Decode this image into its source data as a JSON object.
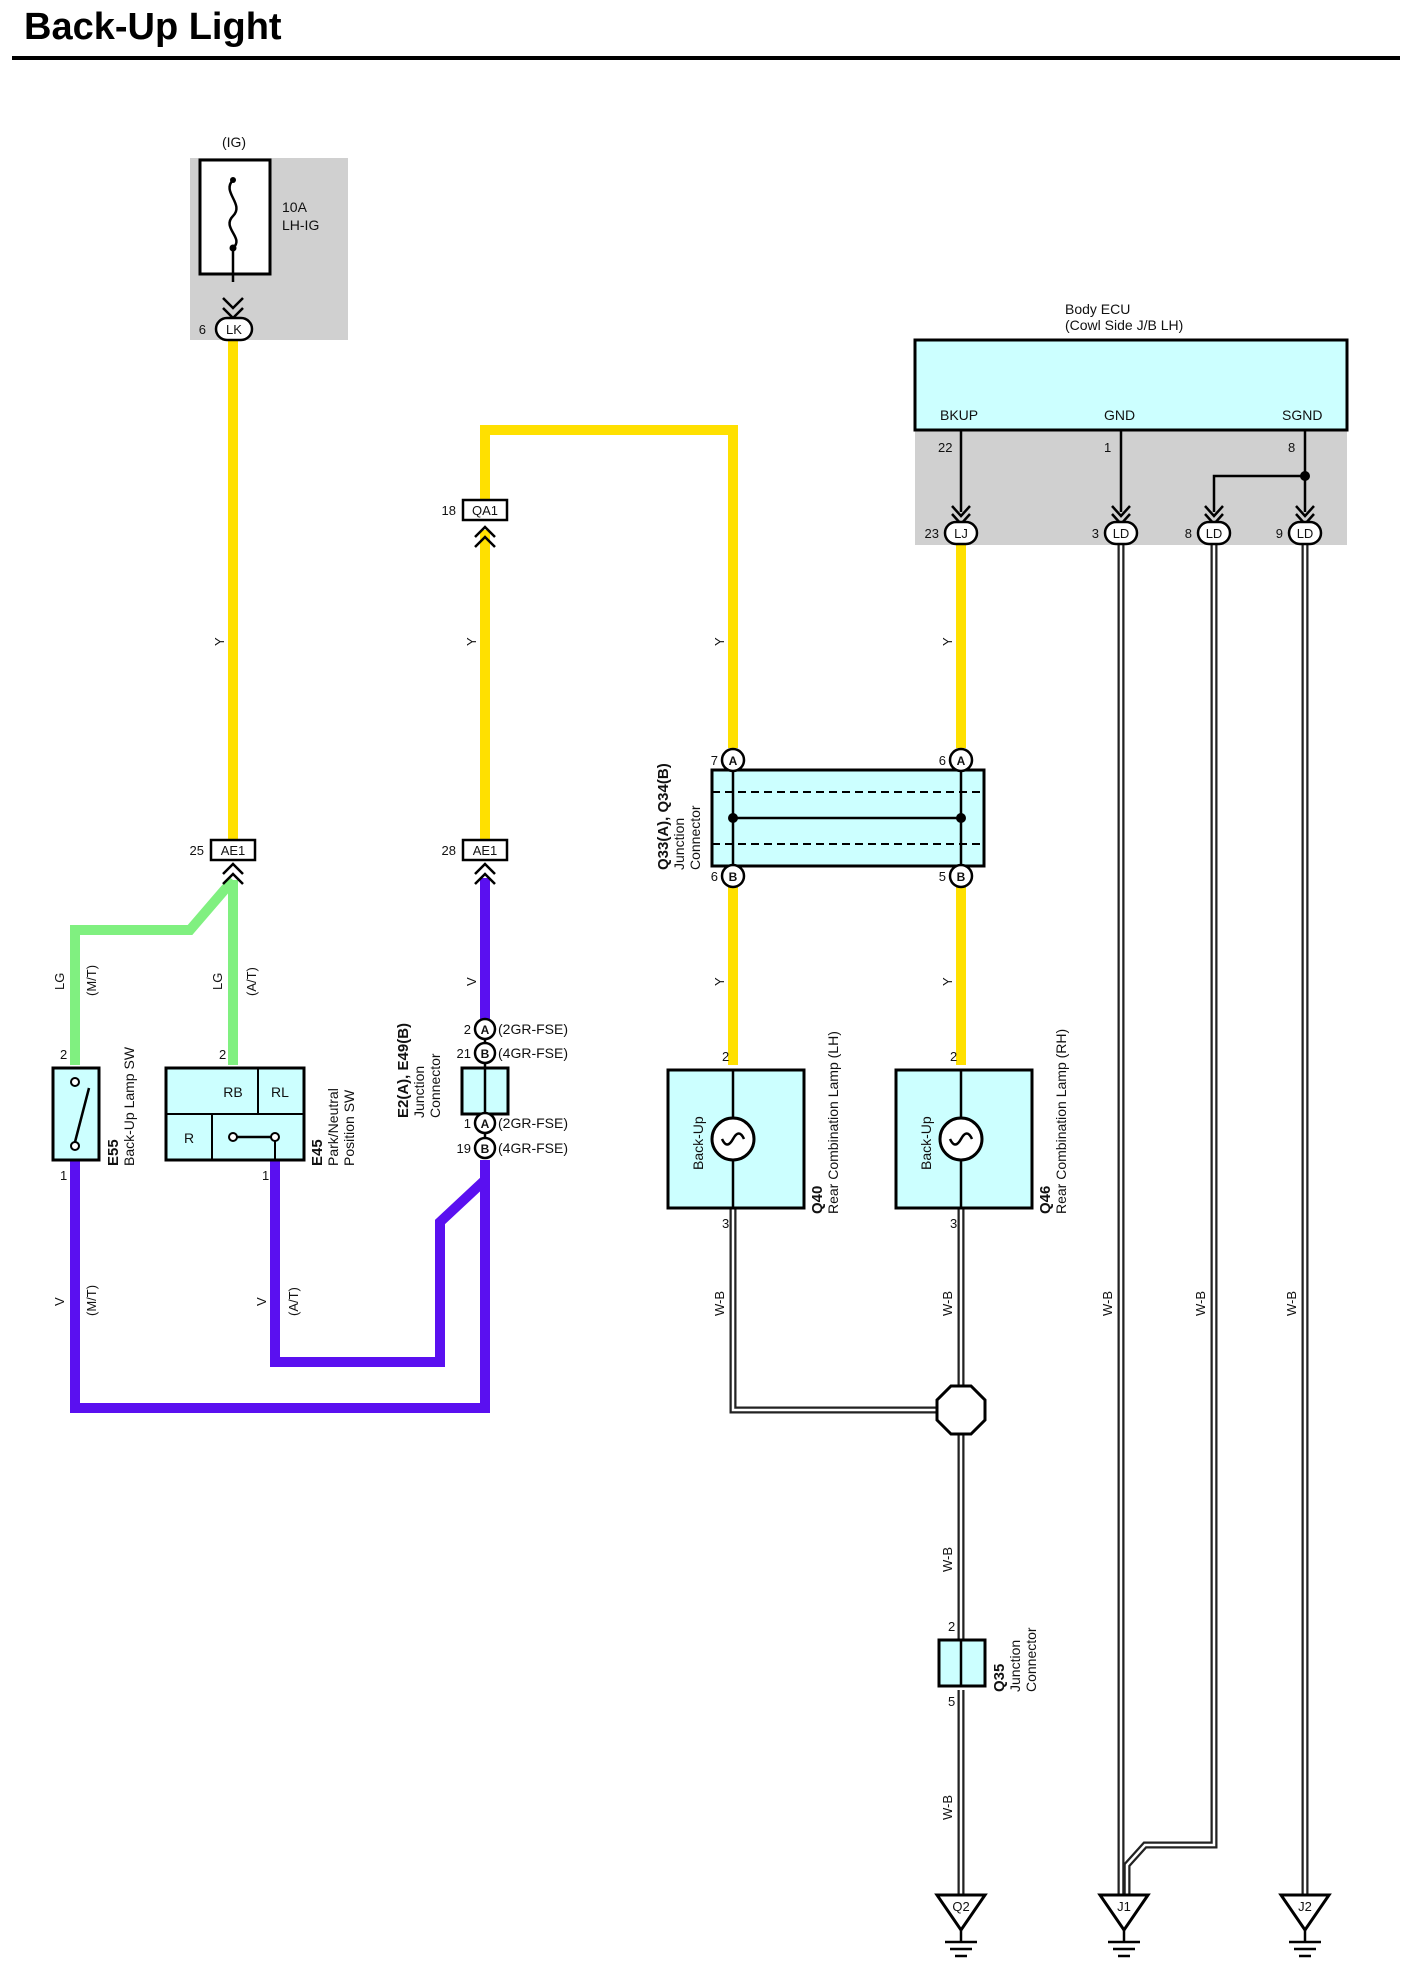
{
  "page": {
    "title": "Back-Up Light"
  },
  "colors": {
    "Y": "#ffe000",
    "LG": "#80f080",
    "V": "#5a10f0",
    "WB": "#222222",
    "component_fill": "#ccffff",
    "panel_fill": "#d0d0d0"
  },
  "fuse": {
    "supply": "(IG)",
    "rating": "10A",
    "name": "LH-IG"
  },
  "body_ecu": {
    "title": "Body ECU",
    "subtitle": "(Cowl Side J/B LH)",
    "terminals": [
      {
        "label": "BKUP",
        "pin": "22"
      },
      {
        "label": "GND",
        "pin": "1"
      },
      {
        "label": "SGND",
        "pin": "8"
      }
    ]
  },
  "connectors": {
    "lk": {
      "code": "LK",
      "pin": "6"
    },
    "qa1": {
      "code": "QA1",
      "pin": "18"
    },
    "ae1_left": {
      "code": "AE1",
      "pin": "25"
    },
    "ae1_right": {
      "code": "AE1",
      "pin": "28"
    },
    "lj": {
      "code": "LJ",
      "pin": "23"
    },
    "ld": [
      {
        "code": "LD",
        "pin": "3"
      },
      {
        "code": "LD",
        "pin": "8"
      },
      {
        "code": "LD",
        "pin": "9"
      }
    ]
  },
  "wire_colors": {
    "y": "Y",
    "lg": "LG",
    "v": "V",
    "wb": "W-B"
  },
  "wire_notes": {
    "mt": "(M/T)",
    "at": "(A/T)"
  },
  "components": {
    "e55": {
      "code": "E55",
      "name": "Back-Up Lamp SW",
      "pin_top": "2",
      "pin_bottom": "1"
    },
    "e45": {
      "code": "E45",
      "name_line1": "Park/Neutral",
      "name_line2": "Position SW",
      "rb": "RB",
      "rl": "RL",
      "r": "R",
      "pin_top": "2",
      "pin_bottom": "1"
    },
    "e2_e49": {
      "code": "E2(A), E49(B)",
      "name_line1": "Junction",
      "name_line2": "Connector",
      "pins": [
        {
          "pin": "2",
          "letter": "A",
          "note": "(2GR-FSE)"
        },
        {
          "pin": "21",
          "letter": "B",
          "note": "(4GR-FSE)"
        },
        {
          "pin": "1",
          "letter": "A",
          "note": "(2GR-FSE)"
        },
        {
          "pin": "19",
          "letter": "B",
          "note": "(4GR-FSE)"
        }
      ]
    },
    "q33_q34": {
      "code": "Q33(A), Q34(B)",
      "name_line1": "Junction",
      "name_line2": "Connector",
      "pins": [
        {
          "pin": "7",
          "letter": "A"
        },
        {
          "pin": "6",
          "letter": "A"
        },
        {
          "pin": "6",
          "letter": "B"
        },
        {
          "pin": "5",
          "letter": "B"
        }
      ]
    },
    "q40": {
      "code": "Q40",
      "name": "Rear Combination Lamp (LH)",
      "lamp": "Back-Up",
      "pin_top": "2",
      "pin_bottom": "3"
    },
    "q46": {
      "code": "Q46",
      "name": "Rear Combination Lamp (RH)",
      "lamp": "Back-Up",
      "pin_top": "2",
      "pin_bottom": "3"
    },
    "q35": {
      "code": "Q35",
      "name_line1": "Junction",
      "name_line2": "Connector",
      "pin_top": "2",
      "pin_bottom": "5"
    }
  },
  "grounds": [
    {
      "code": "Q2"
    },
    {
      "code": "J1"
    },
    {
      "code": "J2"
    }
  ]
}
